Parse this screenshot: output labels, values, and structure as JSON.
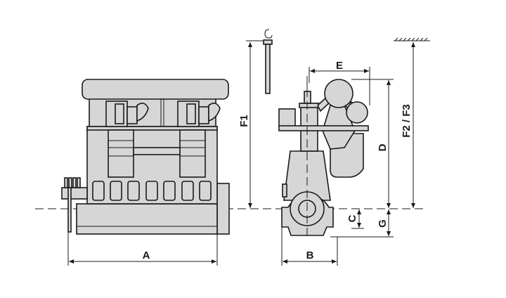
{
  "diagram": {
    "dimension_labels": {
      "A": "A",
      "B": "B",
      "C": "C",
      "D": "D",
      "E": "E",
      "F1": "F1",
      "F2_F3": "F2 / F3",
      "G": "G"
    },
    "colors": {
      "fill": "#d6d6d6",
      "line": "#1a1a1a"
    }
  }
}
